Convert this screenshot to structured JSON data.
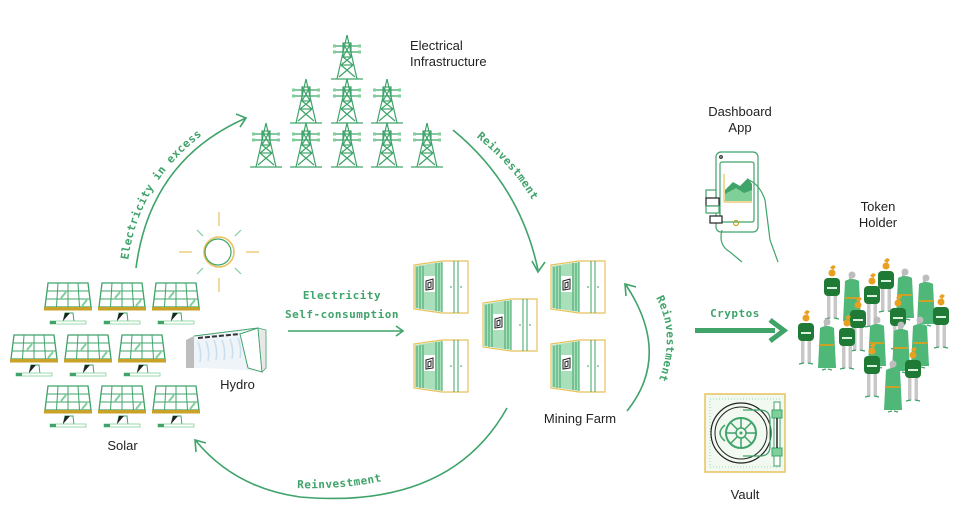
{
  "colors": {
    "green": "#3fa36a",
    "dark_green": "#1f7a35",
    "light_green": "#7fcf99",
    "yellow": "#e8c25a",
    "gold": "#c9a227",
    "grey": "#bdbdbd",
    "text": "#222222"
  },
  "nodes": {
    "infrastructure": {
      "label_line1": "Electrical",
      "label_line2": "Infrastructure",
      "icon": "power-tower-icon",
      "count": 9
    },
    "solar": {
      "label": "Solar",
      "icon": "solar-panel-icon",
      "count": 9
    },
    "hydro": {
      "label": "Hydro",
      "icon": "hydro-dam-icon"
    },
    "sun": {
      "icon": "sun-icon"
    },
    "mining_farm": {
      "label": "Mining Farm",
      "icon": "container-icon",
      "count": 5
    },
    "dashboard": {
      "label_line1": "Dashboard",
      "label_line2": "App",
      "icon": "phone-in-hand-icon"
    },
    "token_holder": {
      "label_line1": "Token",
      "label_line2": "Holder",
      "icon": "people-icon"
    },
    "vault": {
      "label": "Vault",
      "icon": "vault-icon"
    }
  },
  "flows": {
    "excess": "Electricity in excess",
    "reinvest_top": "Reinvestment",
    "self_consumption_line1": "Electricity",
    "self_consumption_line2": "Self-consumption",
    "reinvest_right": "Reinvestment",
    "reinvest_bottom": "Reinvestment",
    "cryptos": "Cryptos"
  }
}
